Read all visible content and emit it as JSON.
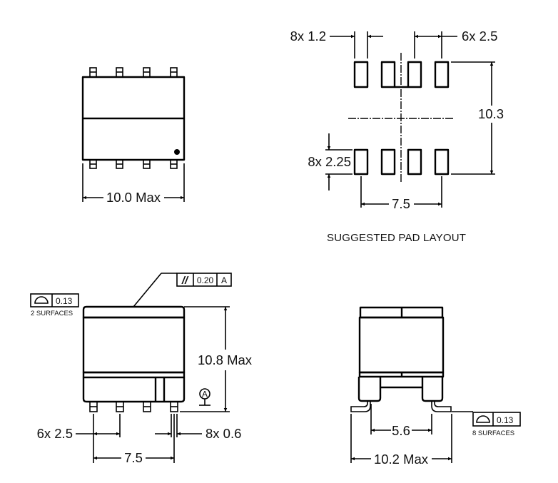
{
  "top_view": {
    "width_dim": "10.0 Max",
    "pin_count_per_side": 4,
    "pin1_marker": "dot"
  },
  "pad_layout": {
    "title": "SUGGESTED PAD LAYOUT",
    "pad_width_dim": "8x 1.2",
    "pad_pitch_dim": "6x 2.5",
    "pad_length_dim": "8x 2.25",
    "row_span_dim": "10.3",
    "column_span_dim": "7.5"
  },
  "side_view": {
    "flatness": {
      "symbol": "profile-of-surface-icon",
      "value": "0.13",
      "note": "2 SURFACES"
    },
    "parallelism": {
      "symbol": "//",
      "value": "0.20",
      "datum": "A"
    },
    "height_dim": "10.8 Max",
    "datum_label": "A",
    "pin_pitch_dim": "6x 2.5",
    "pin_width_dim": "8x 0.6",
    "pin_span_dim": "7.5"
  },
  "end_view": {
    "lead_span_dim": "5.6",
    "overall_width_dim": "10.2 Max",
    "coplanarity": {
      "symbol": "profile-of-surface-icon",
      "value": "0.13",
      "note": "8 SURFACES"
    }
  }
}
